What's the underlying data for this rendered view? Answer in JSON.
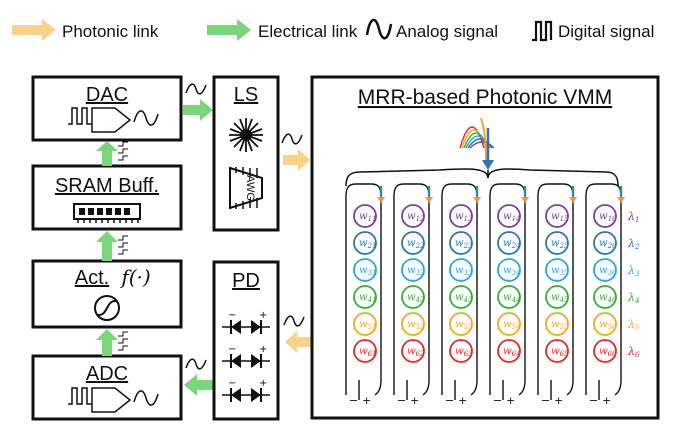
{
  "legend": {
    "photonic_link": "Photonic link",
    "electrical_link": "Electrical link",
    "analog_signal": "Analog signal",
    "digital_signal": "Digital signal"
  },
  "blocks": {
    "dac": "DAC",
    "sram": "SRAM Buff.",
    "act": "Act.",
    "act_func": "f(·)",
    "adc": "ADC",
    "ls": "LS",
    "awg": "AWG",
    "pd": "PD",
    "vmm_title": "MRR-based Photonic VMM"
  },
  "weights": [
    [
      "11",
      "12",
      "13",
      "14",
      "15",
      "16"
    ],
    [
      "21",
      "22",
      "23",
      "24",
      "25",
      "26"
    ],
    [
      "31",
      "32",
      "33",
      "34",
      "35",
      "36"
    ],
    [
      "41",
      "42",
      "43",
      "44",
      "45",
      "46"
    ],
    [
      "51",
      "52",
      "53",
      "54",
      "55",
      "56"
    ],
    [
      "61",
      "62",
      "63",
      "64",
      "65",
      "66"
    ]
  ],
  "wavelengths": [
    "1",
    "2",
    "3",
    "4",
    "5",
    "6"
  ],
  "pd_signs": {
    "minus": "−",
    "plus": "+"
  },
  "colors": {
    "photonic": "#FAD18A",
    "electrical": "#7AD67A",
    "rows": [
      "#7B3FA0",
      "#2E75B6",
      "#29A8E0",
      "#3BAA3B",
      "#F5A623",
      "#E02828"
    ],
    "waveguide": "#111111"
  },
  "icons": [
    "photonic-arrow-icon",
    "electrical-arrow-icon",
    "analog-wave-icon",
    "digital-pulse-icon",
    "laser-icon",
    "awg-icon",
    "memory-chip-icon",
    "activation-icon",
    "photodiode-icon",
    "dac-symbol-icon",
    "adc-symbol-icon",
    "wdm-input-icon"
  ]
}
